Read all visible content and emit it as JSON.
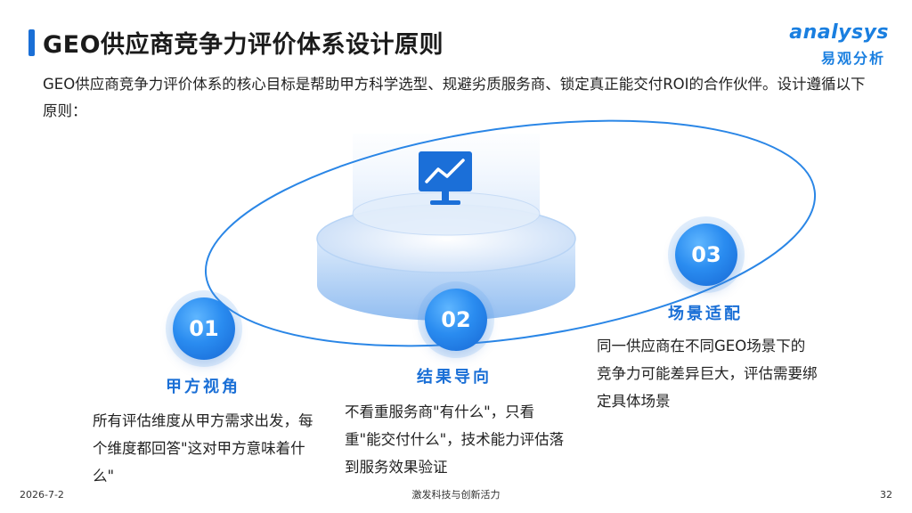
{
  "title": "GEO供应商竞争力评价体系设计原则",
  "logo": {
    "text_en": "analysys",
    "text_cn": "易观分析"
  },
  "intro": "GEO供应商竞争力评价体系的核心目标是帮助甲方科学选型、规避劣质服务商、锁定真正能交付ROI的合作伙伴。设计遵循以下原则：",
  "principles": [
    {
      "number": "01",
      "heading": "甲方视角",
      "text": "所有评估维度从甲方需求出发，每个维度都回答\"这对甲方意味着什么\""
    },
    {
      "number": "02",
      "heading": "结果导向",
      "text": "不看重服务商\"有什么\"，只看重\"能交付什么\"，技术能力评估落到服务效果验证"
    },
    {
      "number": "03",
      "heading": "场景适配",
      "text": "同一供应商在不同GEO场景下的竞争力可能差异巨大，评估需要绑定具体场景"
    }
  ],
  "center_icon": "monitor-chart-icon",
  "footer": {
    "date": "2026-7-2",
    "center": "激发科技与创新活力",
    "page": "32"
  },
  "colors": {
    "accent": "#1a6fd6",
    "badge": "#2a8cf0",
    "text": "#222222"
  }
}
